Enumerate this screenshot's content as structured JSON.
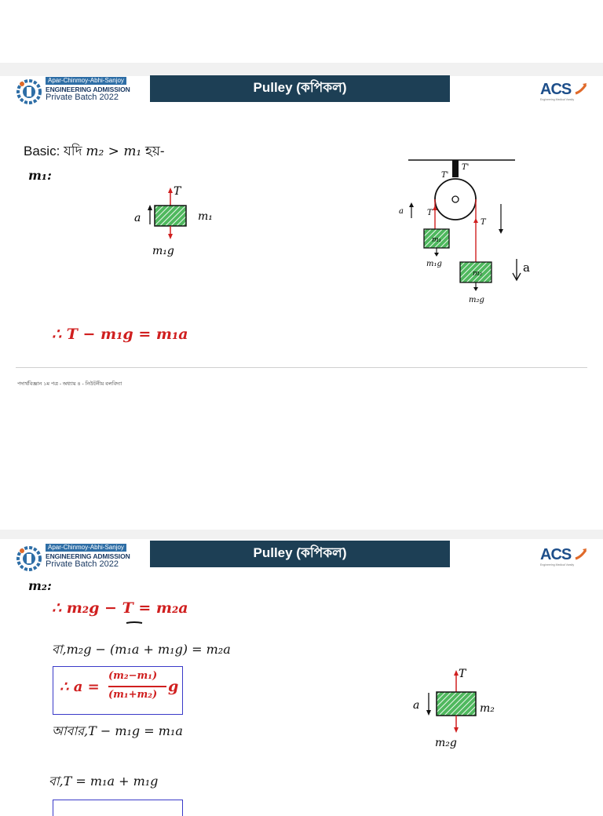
{
  "brand": {
    "tagline": "Apar-Chinmoy-Abhi-Sanjoy",
    "line2": "ENGINEERING ADMISSION",
    "line3": "Private Batch 2022"
  },
  "acs_logo": {
    "text": "ACS",
    "subtitle": "Engineering Medical Varsity"
  },
  "colors": {
    "title_bar": "#1d3f55",
    "equation_red": "#d01f1f",
    "block_green": "#3aa84a",
    "box_border": "#3a3ac8"
  },
  "slide1": {
    "title": "Pulley (কপিকল)",
    "basic_label": "Basic:  যদি ",
    "basic_condition": "m₂ > m₁",
    "basic_suffix": " হয়-",
    "m1_heading": "m₁:",
    "fbd": {
      "tension": "T",
      "accel": "a",
      "mass": "m₁",
      "weight": "m₁g"
    },
    "pulley_labels": {
      "t_prime_left": "T'",
      "t_prime_right": "T'",
      "t_left": "T",
      "t_right": "T",
      "a_left": "a",
      "a_right": "a",
      "m1": "m₁",
      "m2": "m₂",
      "w1": "m₁g",
      "w2": "m₂g"
    },
    "equation": "∴ T − m₁g = m₁a",
    "footer": "পদার্থবিজ্ঞান ১ম পত্র - অধ্যায় ৪ - নিউটনীয় বলবিদ্যা"
  },
  "slide2": {
    "title": "Pulley (কপিকল)",
    "m2_heading": "m₂:",
    "eq1": "∴ m₂g − T = m₂a",
    "eq2": "বা,m₂g − (m₁a + m₁g) = m₂a",
    "eq3_lhs": "∴ a =",
    "eq3_num": "(m₂−m₁)",
    "eq3_den": "(m₁+m₂)",
    "eq3_g": "g",
    "eq4": "আবার,T −  m₁g = m₁a",
    "eq5": "বা,T = m₁a + m₁g",
    "fbd": {
      "tension": "T",
      "accel": "a",
      "mass": "m₂",
      "weight": "m₂g"
    }
  }
}
